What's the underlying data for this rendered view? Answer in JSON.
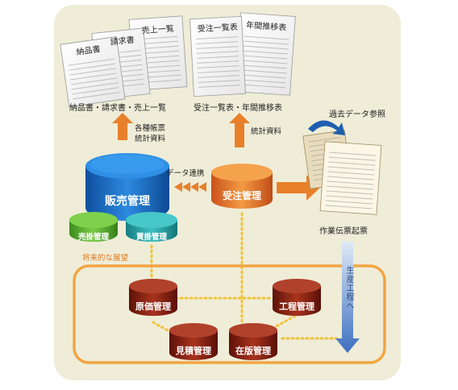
{
  "documents": {
    "doc_nouhin": "納品書",
    "doc_seikyu": "請求書",
    "doc_uriage": "売上一覧",
    "doc_juchu": "受注一覧表",
    "doc_nenkan": "年間推移表",
    "caption_left": "納品書・請求書・売上一覧",
    "caption_right": "受注一覧表・年間推移表"
  },
  "arrows": {
    "left_line1": "各種帳票",
    "left_line2": "統計資料",
    "right": "統計資料",
    "data_link": "データ連携"
  },
  "systems": {
    "hanbai": "販売管理",
    "urikake": "売掛管理",
    "kaikake": "買掛管理",
    "juchu": "受注管理"
  },
  "right_panel": {
    "past_data": "過去データ参照",
    "sakugyo": "作業伝票起票",
    "flow": "生産工程へ"
  },
  "future": {
    "title": "将来的な展望",
    "genka": "原価管理",
    "koutei": "工程管理",
    "mitsumori": "見積管理",
    "zaihan": "在版管理"
  },
  "colors": {
    "panel_bg": "#efedd8",
    "orange": "#f08a2e",
    "blue": "#1b6cc4",
    "green": "#5fb636",
    "teal": "#2aa6a8",
    "dark_red": "#8a1f12"
  }
}
